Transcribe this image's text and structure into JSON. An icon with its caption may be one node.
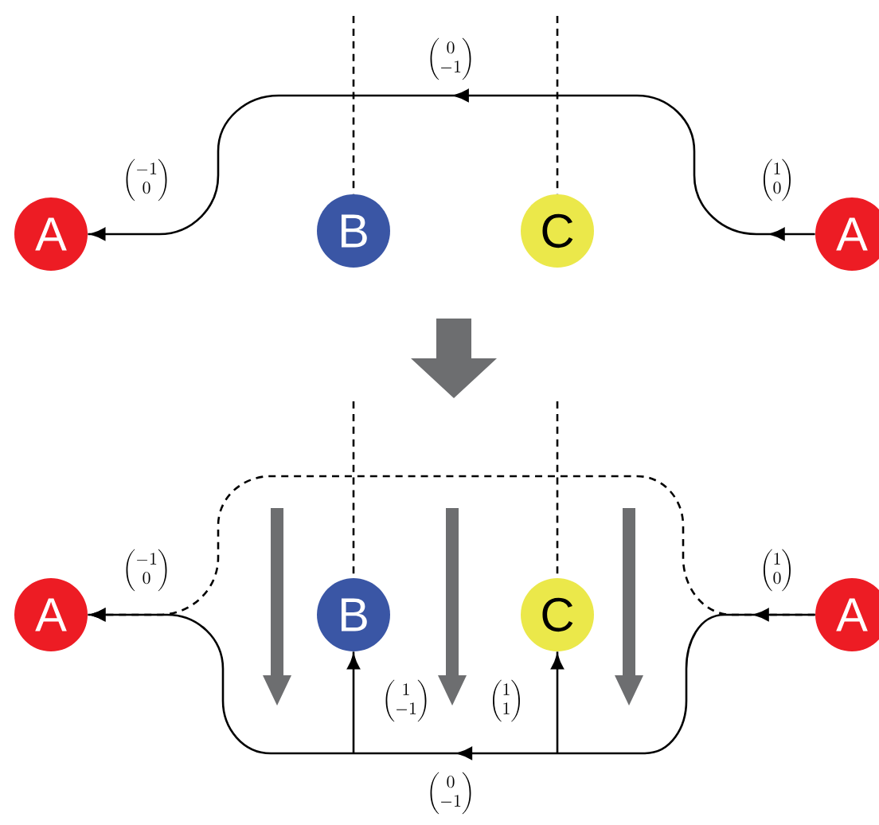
{
  "diagram": {
    "nodes": [
      {
        "text": [
          "A"
        ]
      },
      {
        "text": [
          "B"
        ]
      },
      {
        "text": [
          "C"
        ]
      },
      {
        "text": [
          "A"
        ]
      },
      {
        "text": [
          "A"
        ]
      },
      {
        "text": [
          "B"
        ]
      },
      {
        "text": [
          "C"
        ]
      },
      {
        "text": [
          "A"
        ]
      }
    ],
    "edges": [
      {
        "from": 3,
        "to": 0,
        "arrow": "to"
      },
      {
        "from": null,
        "to": 1,
        "arrow": "none",
        "style": "dashed"
      },
      {
        "from": null,
        "to": 2,
        "arrow": "none",
        "style": "dashed"
      },
      {
        "from": 7,
        "to": 4,
        "arrow": "to"
      },
      {
        "from": 7,
        "to": 4,
        "arrow": "to",
        "style": "dashed"
      },
      {
        "from": null,
        "to": 5,
        "arrow": "none",
        "style": "dashed"
      },
      {
        "from": null,
        "to": 6,
        "arrow": "none",
        "style": "dashed"
      },
      {
        "from": null,
        "to": 5,
        "arrow": "to"
      },
      {
        "from": null,
        "to": 6,
        "arrow": "to"
      }
    ],
    "labels": [
      "\\begin{pmatrix}0\\\\-1\\end{pmatrix}",
      "\\begin{pmatrix}-1\\\\0\\end{pmatrix}",
      "\\begin{pmatrix}1\\\\0\\end{pmatrix}",
      "\\begin{pmatrix}-1\\\\0\\end{pmatrix}",
      "\\begin{pmatrix}1\\\\0\\end{pmatrix}",
      "\\begin{pmatrix}1\\\\-1\\end{pmatrix}",
      "\\begin{pmatrix}1\\\\1\\end{pmatrix}",
      "\\begin{pmatrix}0\\\\-1\\end{pmatrix}"
    ]
  }
}
